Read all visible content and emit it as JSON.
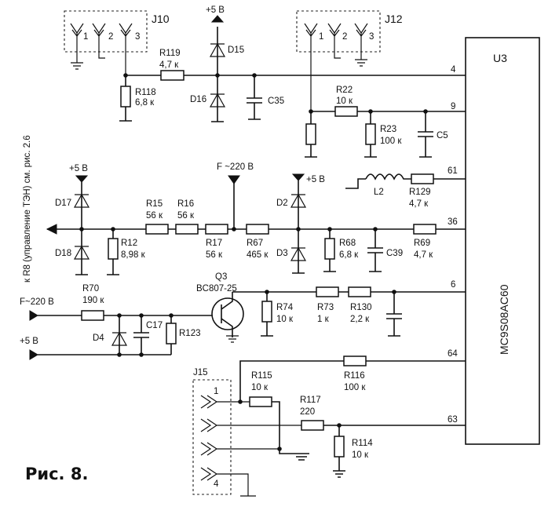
{
  "figure_caption": "Рис. 8.",
  "ic": {
    "ref": "U3",
    "part": "MC9S08AC60",
    "pins": [
      "4",
      "9",
      "61",
      "36",
      "6",
      "64",
      "63"
    ]
  },
  "connectors": {
    "j10": {
      "ref": "J10",
      "pins": [
        "1",
        "2",
        "3"
      ]
    },
    "j12": {
      "ref": "J12",
      "pins": [
        "1",
        "2",
        "3"
      ]
    },
    "j15": {
      "ref": "J15",
      "pins": [
        "1",
        "4"
      ]
    }
  },
  "resistors": {
    "r119": {
      "ref": "R119",
      "value": "4,7 к"
    },
    "r118": {
      "ref": "R118",
      "value": "6,8 к"
    },
    "r22": {
      "ref": "R22",
      "value": "10 к"
    },
    "r23": {
      "ref": "R23",
      "value": "100 к"
    },
    "r129": {
      "ref": "R129",
      "value": "4,7 к"
    },
    "r15": {
      "ref": "R15",
      "value": "56 к"
    },
    "r16": {
      "ref": "R16",
      "value": "56 к"
    },
    "r17": {
      "ref": "R17",
      "value": "56 к"
    },
    "r67": {
      "ref": "R67",
      "value": "465 к"
    },
    "r12": {
      "ref": "R12",
      "value": "8,98 к"
    },
    "r68": {
      "ref": "R68",
      "value": "6,8 к"
    },
    "r69": {
      "ref": "R69",
      "value": "4,7 к"
    },
    "r70": {
      "ref": "R70",
      "value": "190 к"
    },
    "r74": {
      "ref": "R74",
      "value": "10 к"
    },
    "r73": {
      "ref": "R73",
      "value": "1 к"
    },
    "r130": {
      "ref": "R130",
      "value": "2,2 к"
    },
    "r123": {
      "ref": "R123",
      "value": ""
    },
    "r115": {
      "ref": "R115",
      "value": "10 к"
    },
    "r116": {
      "ref": "R116",
      "value": "100 к"
    },
    "r117": {
      "ref": "R117",
      "value": "220"
    },
    "r114": {
      "ref": "R114",
      "value": "10 к"
    }
  },
  "capacitors": {
    "c35": "C35",
    "c5": "C5",
    "c39": "C39",
    "c17": "C17"
  },
  "diodes": {
    "d15": "D15",
    "d16": "D16",
    "d17": "D17",
    "d18": "D18",
    "d2": "D2",
    "d3": "D3",
    "d4": "D4"
  },
  "inductor": {
    "l2": "L2"
  },
  "transistor": {
    "ref": "Q3",
    "part": "BC807-25"
  },
  "power_labels": {
    "p5v_top": "+5 В",
    "p5v_d17": "+5 В",
    "p5v_d2": "+5 В",
    "p5v_left": "+5 В",
    "f220_top": "F ~220 В",
    "f220_left": "F~220 В"
  },
  "side_note": "к R8 (управление ТЭН) см. рис. 2.6"
}
